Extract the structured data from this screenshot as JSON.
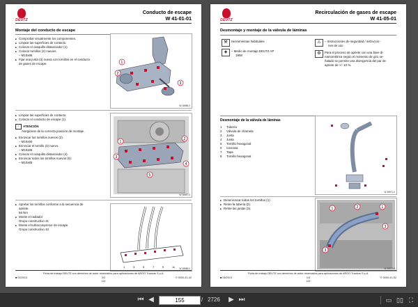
{
  "left_page": {
    "brand": "DEUTZ",
    "title_line1": "Conducto de escape",
    "title_line2": "W 41-01-01",
    "section_title": "Montaje del conducto de escape",
    "block1": [
      {
        "type": "bullet",
        "text": "Comprobar visualmente los componentes."
      },
      {
        "type": "bullet",
        "text": "Limpiar las superficies de contacto."
      },
      {
        "type": "bullet",
        "text": "Colocar el casquillo distanciador (1)."
      },
      {
        "type": "bullet",
        "text": "Colocar tornillos (2) nuevos."
      },
      {
        "type": "dash",
        "text": "– M10x85"
      },
      {
        "type": "bullet",
        "text": "Fijar una junta (3) nueva con tornillos en el conducto"
      },
      {
        "type": "cont",
        "text": "de gases de escape."
      }
    ],
    "fig1_id": "W 38986-0",
    "block2": [
      {
        "type": "bullet",
        "text": "Limpiar las superficies de contacto."
      },
      {
        "type": "bullet",
        "text": "Colocar el conducto de escape (1)."
      }
    ],
    "attention_title": "ATENCIÓN",
    "attention_text": "Asegúrese de la correcta posición de montaje.",
    "block3": [
      {
        "type": "bullet",
        "text": "Enroscar los tornillos nuevos (2)."
      },
      {
        "type": "dash",
        "text": "– M10x90"
      },
      {
        "type": "bullet",
        "text": "Enroscar el tornillo (3) nuevo."
      },
      {
        "type": "dash",
        "text": "– M10x85"
      },
      {
        "type": "bullet",
        "text": "Colocar el casquillo distanciador (4)."
      },
      {
        "type": "bullet",
        "text": "Enroscar todos los tornillos nuevos (5)."
      },
      {
        "type": "dash",
        "text": "– M10x85"
      }
    ],
    "fig2_id": "W 38987-0",
    "block4": [
      {
        "type": "bullet",
        "text": "Apretar los tornillos conforme a la secuencia de"
      },
      {
        "type": "cont",
        "text": "apriete."
      },
      {
        "type": "dash",
        "text": "56 Nm"
      },
      {
        "type": "bullet",
        "text": "Monte el radiador"
      },
      {
        "type": "dash",
        "text": "Grupo constructivo 41"
      },
      {
        "type": "bullet",
        "text": "Monte el turbocompresor de escape."
      },
      {
        "type": "dash",
        "text": "Grupo constructivo 43"
      }
    ],
    "fig3_id": "W 38988-0",
    "footer_center": "Ficha de trabajo DEUTZ con derechos de autor reservados para aplicaciones de ARGO Tractors S.p.A.",
    "footer_left": "■ 02/2013",
    "footer_page": "2/2",
    "footer_page_num": "121",
    "footer_right": "© 0000-41-02"
  },
  "right_page": {
    "brand": "DEUTZ",
    "title_line1": "Recirculación de gases de escape",
    "title_line2": "W 41-05-01",
    "section_title": "Desmontaje y montaje de la válvula de láminas",
    "tools_col1_1": "Herramientas habituales",
    "tools_col1_2": "Medio de montaje DEUTZ AP",
    "tools_col1_3": "1908",
    "tools_col2_1": "Instrucciones de seguridad / instruccio-",
    "tools_col2_2": "nes de uso",
    "tools_col2_3": "Para el proceso de apriete con una llave di-",
    "tools_col2_4": "namométrica según el momento de giro se-",
    "tools_col2_5": "ñalado se permite una divergencia del par de",
    "tools_col2_6": "apriete de +/- 10 %.",
    "section2_title": "Desmontaje de la válvula de láminas",
    "parts": [
      {
        "n": "1",
        "t": "Tubería"
      },
      {
        "n": "2",
        "t": "Válvula de charnela"
      },
      {
        "n": "3",
        "t": "Junta"
      },
      {
        "n": "4",
        "t": "Junta"
      },
      {
        "n": "5",
        "t": "Tornillo hexagonal"
      },
      {
        "n": "6",
        "t": "Carcasa"
      },
      {
        "n": "7",
        "t": "Tapa"
      },
      {
        "n": "8",
        "t": "Tornillo hexagonal"
      }
    ],
    "fig1_id": "W 38971-0",
    "block2": [
      {
        "type": "bullet",
        "text": "Desenroscar todos los tornillos (1)."
      },
      {
        "type": "bullet",
        "text": "Retire la tubería (2)."
      },
      {
        "type": "bullet",
        "text": "Retire las juntas (3)."
      }
    ],
    "fig2_id": "W 38972-0",
    "footer_center": "Ficha de trabajo DEUTZ con derechos de autor reservados para aplicaciones de ARGO Tractors S.p.A.",
    "footer_left": "■ 08/2013",
    "footer_page": "1/4",
    "footer_page_num": "122",
    "footer_right": "© 0000-41-52"
  },
  "toolbar": {
    "current_page": "155",
    "separator": "/",
    "total_pages": "2726"
  },
  "colors": {
    "brand_red": "#c8102e",
    "engine_metal": "#9aa6b8",
    "toolbar": "#2f2f2f"
  }
}
